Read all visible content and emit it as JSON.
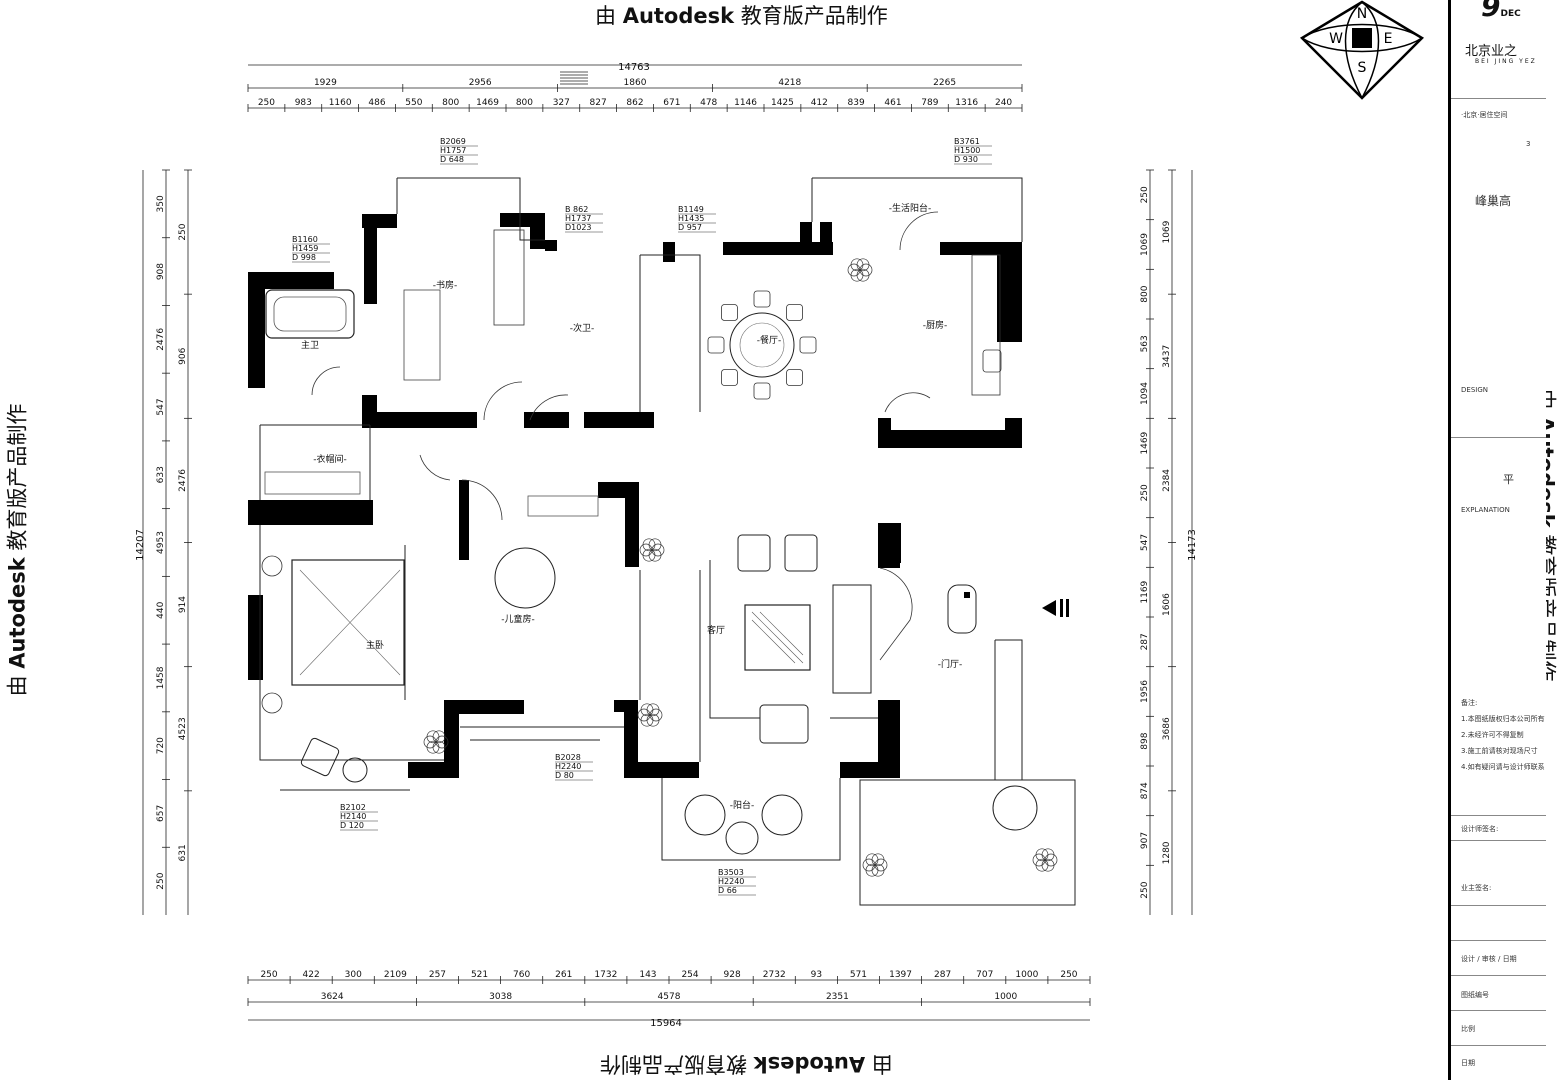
{
  "watermark": {
    "prefix": "由",
    "brand": "Autodesk",
    "suffix": "教育版产品制作"
  },
  "compass": {
    "n": "N",
    "s": "S",
    "e": "E",
    "w": "W"
  },
  "title_block": {
    "logo": "9",
    "logo_sub": "DEC",
    "company": "北京业之",
    "company_sub": "BEI JING YEZ",
    "project": "峰巢高",
    "small_lines": [
      "·北京·居住空间",
      "3",
      "DESIGN",
      "平",
      "EXPLANATION",
      "备注:",
      "1.本图纸版权归本公司所有",
      "2.未经许可不得复制",
      "3.施工前请核对现场尺寸",
      "4.如有疑问请与设计师联系",
      "设计师签名:",
      "业主签名:",
      "设计 / 审核 / 日期",
      "图纸编号",
      "比例",
      "日期"
    ]
  },
  "rooms": [
    {
      "key": "study",
      "label": "-书房-"
    },
    {
      "key": "second_bath",
      "label": "-次卫-"
    },
    {
      "key": "dining",
      "label": "-餐厅-"
    },
    {
      "key": "kitchen",
      "label": "-厨房-"
    },
    {
      "key": "master_bath",
      "label": "主卫"
    },
    {
      "key": "wardrobe",
      "label": "-衣帽间-"
    },
    {
      "key": "kids_room",
      "label": "-儿童房-"
    },
    {
      "key": "living",
      "label": "客厅"
    },
    {
      "key": "foyer",
      "label": "-门厅-"
    },
    {
      "key": "master_bed",
      "label": "主卧"
    },
    {
      "key": "balcony",
      "label": "-阳台-"
    },
    {
      "key": "utility_balcony",
      "label": "-生活阳台-"
    }
  ],
  "window_tags": [
    {
      "lines": [
        "B2069",
        "H1757",
        "D 648"
      ]
    },
    {
      "lines": [
        "B3761",
        "H1500",
        "D 930"
      ]
    },
    {
      "lines": [
        "B1160",
        "H1459",
        "D 998"
      ]
    },
    {
      "lines": [
        "B 862",
        "H1737",
        "D1023"
      ]
    },
    {
      "lines": [
        "B1149",
        "H1435",
        "D 957"
      ]
    },
    {
      "lines": [
        "B2028",
        "H2240",
        "D  80"
      ]
    },
    {
      "lines": [
        "B2102",
        "H2140",
        "D 120"
      ]
    },
    {
      "lines": [
        "B3503",
        "H2240",
        "D  66"
      ]
    }
  ],
  "dimensions": {
    "top_total": "14763",
    "top_row1": [
      "1929",
      "2956",
      "1860",
      "4218",
      "2265"
    ],
    "top_row2": [
      "250",
      "983",
      "1160",
      "486",
      "550",
      "800",
      "1469",
      "800",
      "327",
      "827",
      "862",
      "671",
      "478",
      "1146",
      "1425",
      "412",
      "839",
      "461",
      "789",
      "1316",
      "240"
    ],
    "bottom_total": "15964",
    "bottom_row1": [
      "250",
      "422",
      "300",
      "2109",
      "257",
      "521",
      "760",
      "261",
      "1732",
      "143",
      "254",
      "928",
      "2732",
      "93",
      "571",
      "1397",
      "287",
      "707",
      "1000",
      "250"
    ],
    "bottom_row2": [
      "3624",
      "3038",
      "4578",
      "2351",
      "1000"
    ],
    "left_total": "14207",
    "left_outer": [
      "350",
      "908",
      "2476",
      "547",
      "633",
      "4953",
      "440",
      "1458",
      "720",
      "657",
      "250"
    ],
    "left_inner": [
      "250",
      "906",
      "2476",
      "914",
      "4523",
      "631"
    ],
    "right_total": "14173",
    "right_outer": [
      "250",
      "1069",
      "800",
      "563",
      "1094",
      "1469",
      "250",
      "547",
      "1169",
      "287",
      "1956",
      "898",
      "874",
      "907",
      "250"
    ],
    "right_inner": [
      "1069",
      "3437",
      "2384",
      "1606",
      "3686",
      "1280"
    ],
    "bed_w": "2102"
  }
}
